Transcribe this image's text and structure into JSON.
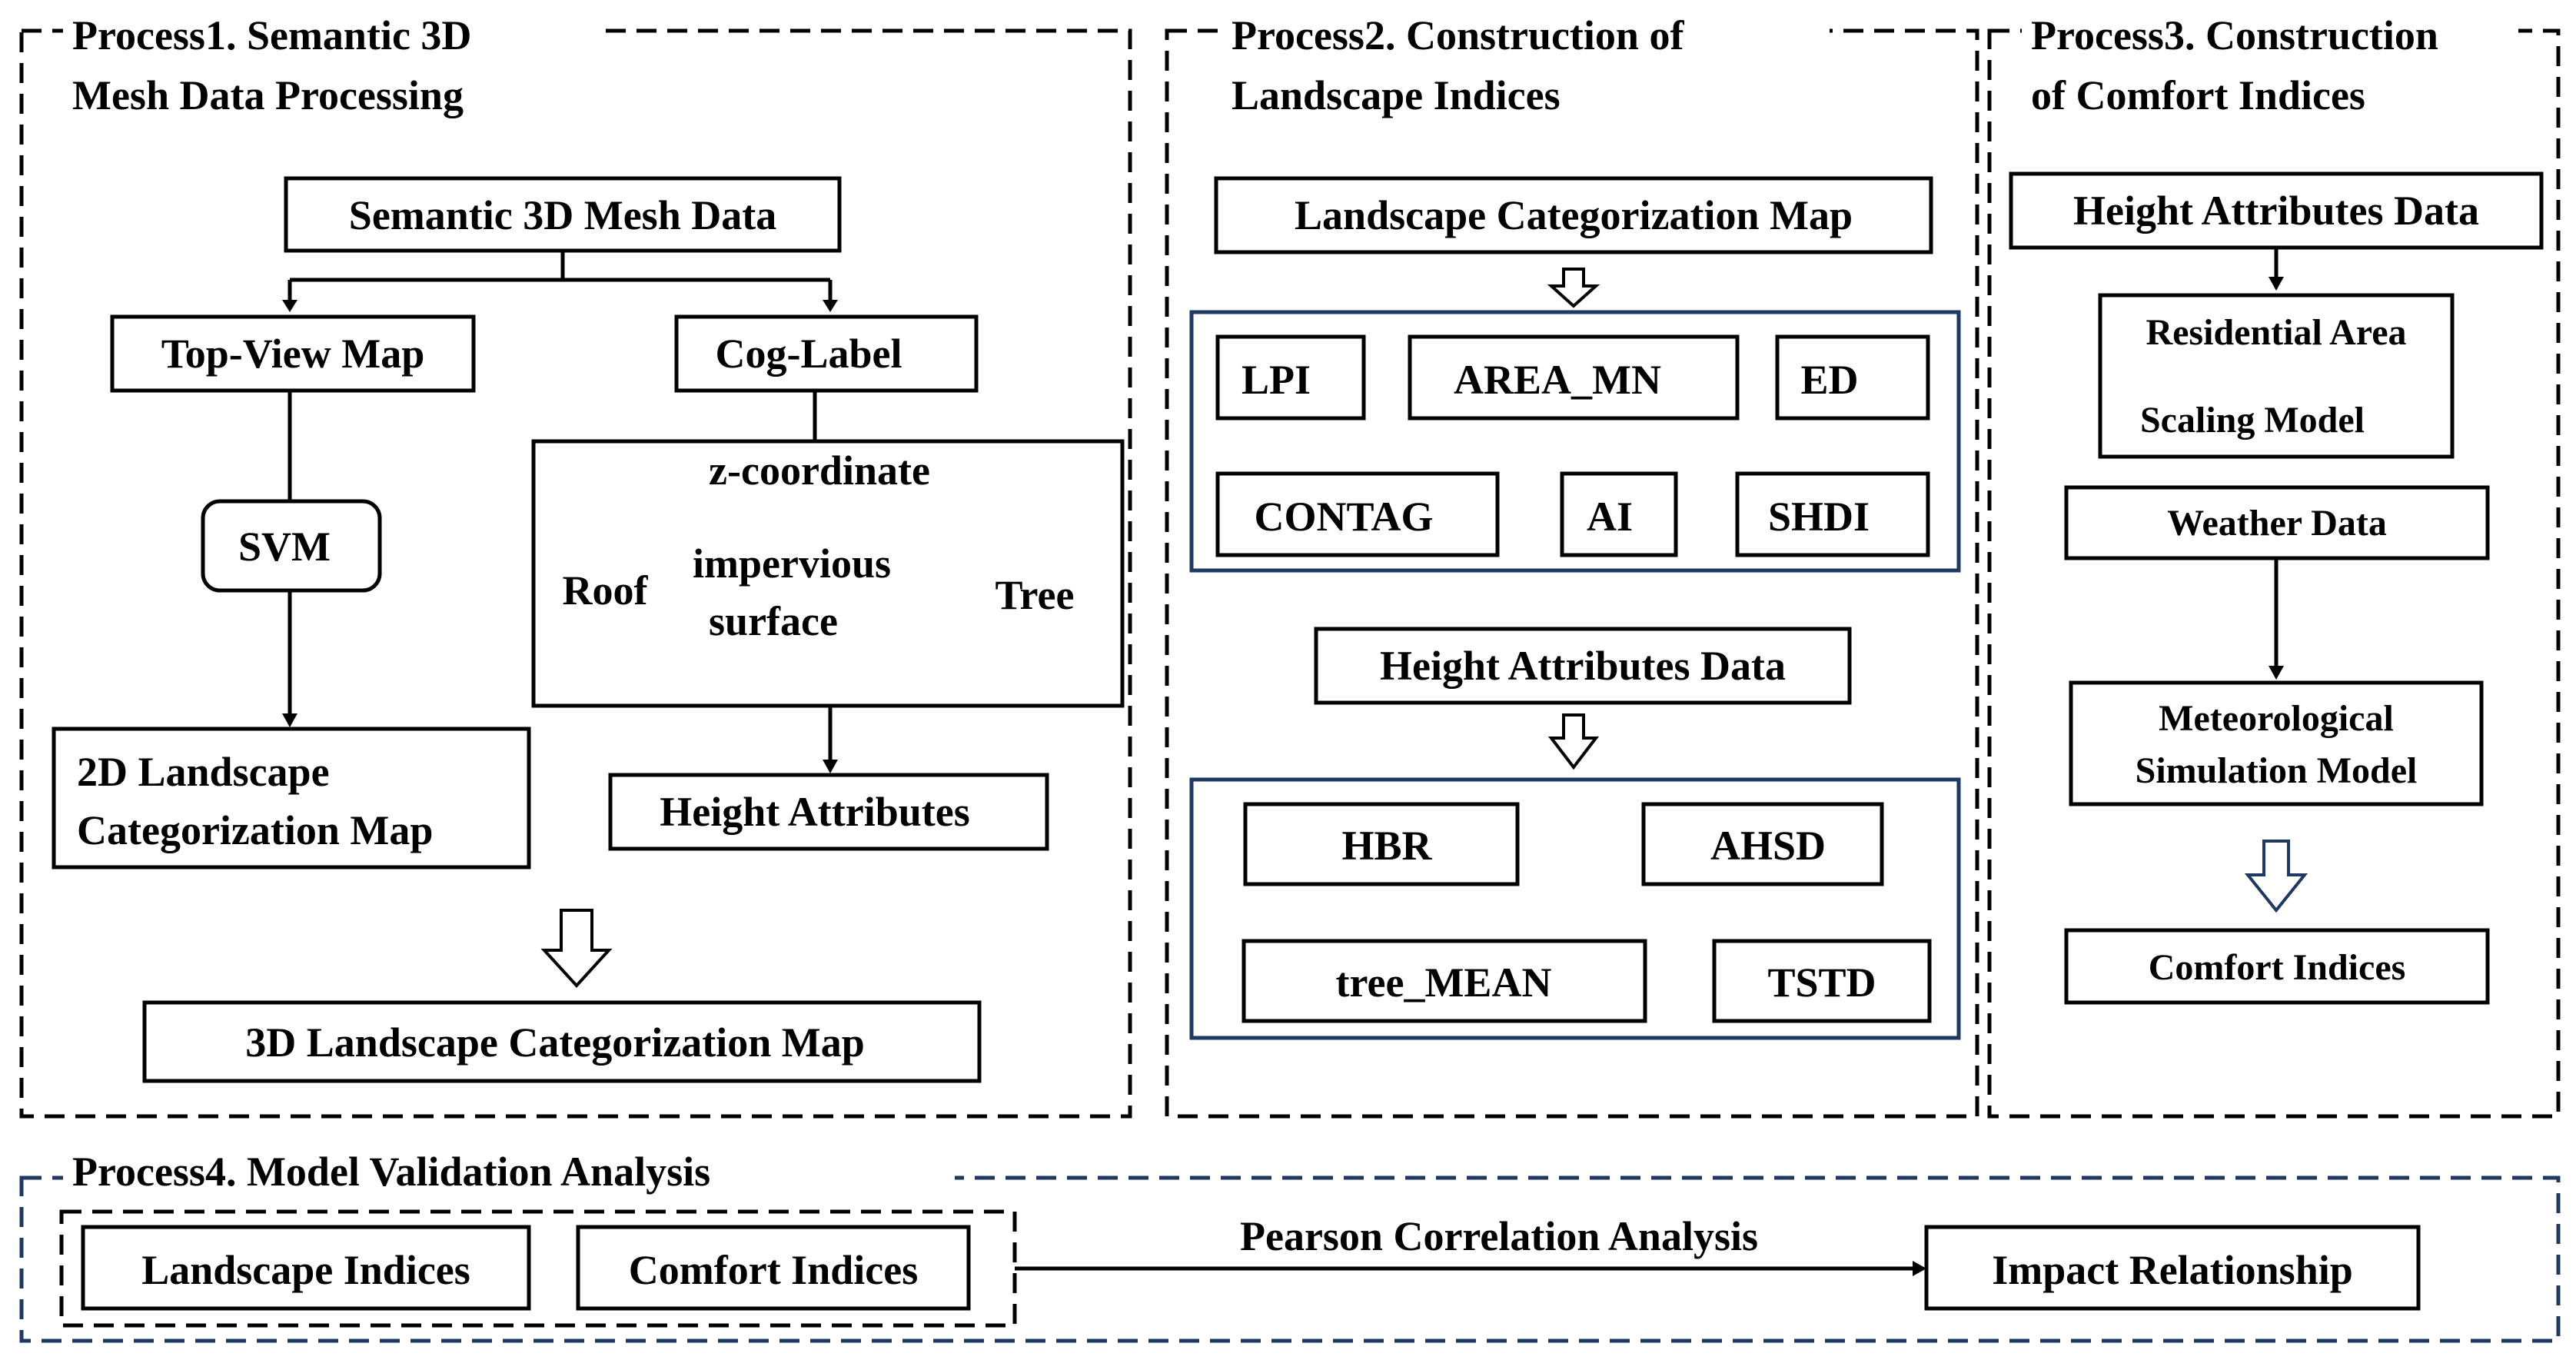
{
  "colors": {
    "black": "#000000",
    "navy": "#1f3864",
    "background": "#ffffff"
  },
  "process1": {
    "title_line1": "Process1. Semantic 3D",
    "title_line2": "Mesh Data Processing",
    "semantic_mesh": "Semantic 3D Mesh Data",
    "top_view": "Top-View Map",
    "cog_label": "Cog-Label",
    "svm": "SVM",
    "z_coordinate": "z-coordinate",
    "roof": "Roof",
    "impervious_line1": "impervious",
    "impervious_line2": "surface",
    "tree": "Tree",
    "landscape2d_line1": "2D Landscape",
    "landscape2d_line2": "Categorization Map",
    "height_attributes": "Height Attributes",
    "landscape3d": "3D Landscape Categorization Map"
  },
  "process2": {
    "title_line1": "Process2. Construction of",
    "title_line2": "Landscape Indices",
    "categorization_map": "Landscape Categorization Map",
    "landscape_indices": [
      "LPI",
      "AREA_MN",
      "ED",
      "CONTAG",
      "AI",
      "SHDI"
    ],
    "height_data": "Height Attributes Data",
    "height_indices": [
      "HBR",
      "AHSD",
      "tree_MEAN",
      "TSTD"
    ]
  },
  "process3": {
    "title_line1": "Process3. Construction",
    "title_line2": "of Comfort Indices",
    "height_data": "Height Attributes Data",
    "residential_line1": "Residential Area",
    "residential_line2": "Scaling Model",
    "weather": "Weather Data",
    "meteo_line1": "Meteorological",
    "meteo_line2": "Simulation Model",
    "comfort": "Comfort Indices"
  },
  "process4": {
    "title": "Process4. Model Validation Analysis",
    "landscape_indices": "Landscape Indices",
    "comfort_indices": "Comfort Indices",
    "pearson": "Pearson Correlation Analysis",
    "impact": "Impact Relationship"
  }
}
